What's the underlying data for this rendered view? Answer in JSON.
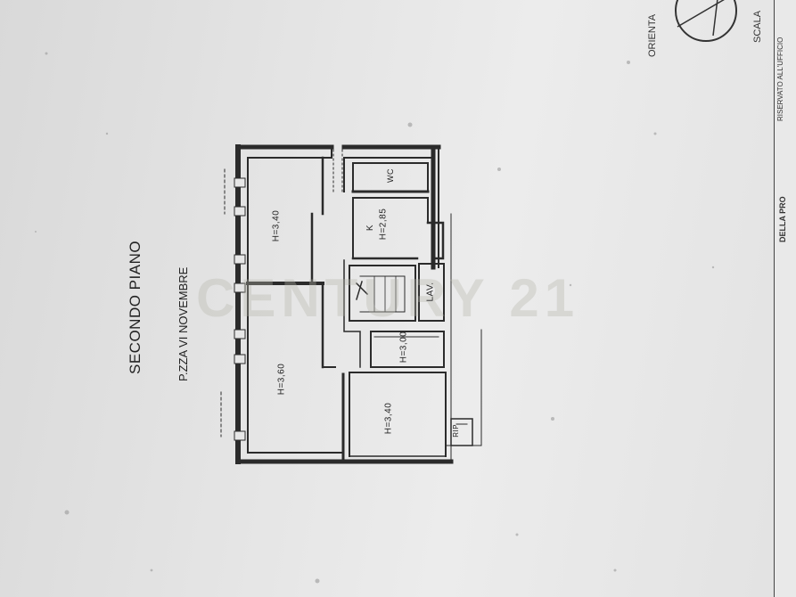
{
  "plan": {
    "title": "SECONDO PIANO",
    "address": "P.ZZA VI NOVEMBRE",
    "watermark": "CENTURY 21"
  },
  "rooms": [
    {
      "id": "top-room",
      "label": "H=3,40"
    },
    {
      "id": "big-room",
      "label": "H=3,60"
    },
    {
      "id": "bottom-room",
      "label": "H=3,40"
    },
    {
      "id": "kitchen",
      "code": "K",
      "label": "H=2,85"
    },
    {
      "id": "wc",
      "label": "WC"
    },
    {
      "id": "lav",
      "label": "LAV."
    },
    {
      "id": "hall",
      "label": "H=3,00"
    },
    {
      "id": "rip",
      "label": "RIP."
    }
  ],
  "margin": {
    "orientation": "ORIENTA",
    "scale": "SCALA",
    "office_note": "RISERVATO ALL'UFFICIO",
    "stamp_text": "DELLA PRO"
  },
  "colors": {
    "ink": "#222222",
    "paper": "#e6e6e6"
  }
}
